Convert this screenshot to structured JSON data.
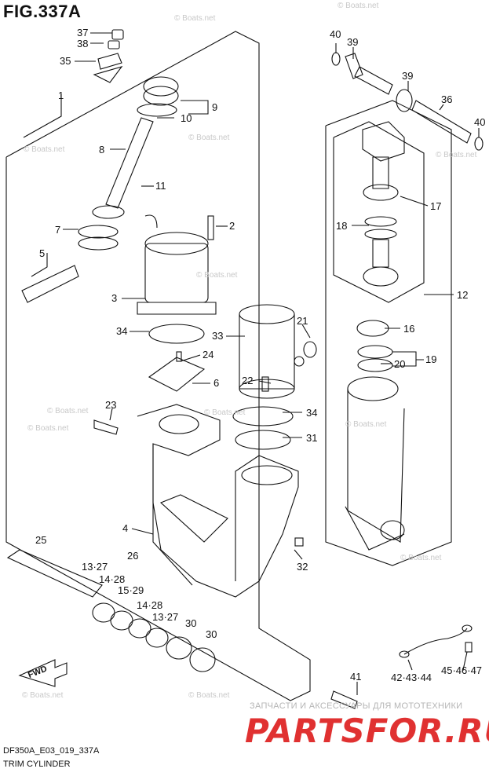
{
  "figure_number": "FIG.337A",
  "drawing_code": "DF350A_E03_019_337A",
  "title": "TRIM CYLINDER",
  "watermarks": [
    "© Boats.net",
    "© Boats.net",
    "© Boats.net",
    "© Boats.net",
    "© Boats.net",
    "© Boats.net",
    "© Boats.net",
    "© Boats.net",
    "© Boats.net",
    "© Boats.net",
    "© Boats.net",
    "© Boats.net",
    "© Boats.net"
  ],
  "promo_text": "ЗАПЧАСТИ И АКСЕССУАРЫ ДЛЯ МОТОТЕХНИКИ",
  "brand_logo": "PARTSFOR.RU",
  "fwd_label": "FWD",
  "callouts": [
    "37",
    "38",
    "35",
    "1",
    "9",
    "10",
    "8",
    "11",
    "7",
    "5",
    "3",
    "2",
    "34",
    "24",
    "6",
    "33",
    "22",
    "21",
    "23",
    "4",
    "25",
    "26",
    "13·27",
    "14·28",
    "15·29",
    "14·28",
    "13·27",
    "30",
    "30",
    "32",
    "40",
    "39",
    "39",
    "36",
    "40",
    "17",
    "18",
    "12",
    "16",
    "19",
    "20",
    "34",
    "31",
    "41",
    "42·43·44",
    "45·46·47"
  ],
  "colors": {
    "line": "#111111",
    "watermark": "#c8c8c8",
    "brand": "#e03131"
  }
}
